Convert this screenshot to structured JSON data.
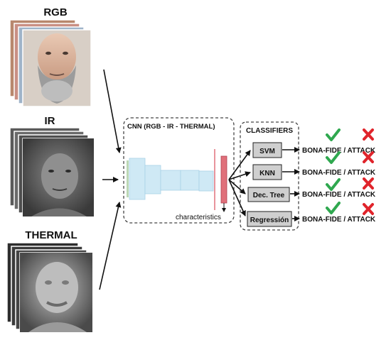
{
  "inputs": {
    "rgb": "RGB",
    "ir": "IR",
    "thermal": "THERMAL"
  },
  "cnn": {
    "title": "CNN (RGB - IR - THERMAL)",
    "features_label": "characteristics"
  },
  "classifiers": {
    "title": "CLASSIFIERS",
    "items": [
      "SVM",
      "KNN",
      "Dec. Tree",
      "Regressión"
    ]
  },
  "outputs": {
    "label": "BONA-FIDE / ATTACK",
    "accept_icon": "check-icon",
    "reject_icon": "cross-icon"
  },
  "colors": {
    "check": "#2fa84f",
    "cross": "#e0242b",
    "cnn_layer": "#cfe9f5",
    "feature_vector": "#e0707a",
    "classifier_box": "#cfcfcf"
  }
}
